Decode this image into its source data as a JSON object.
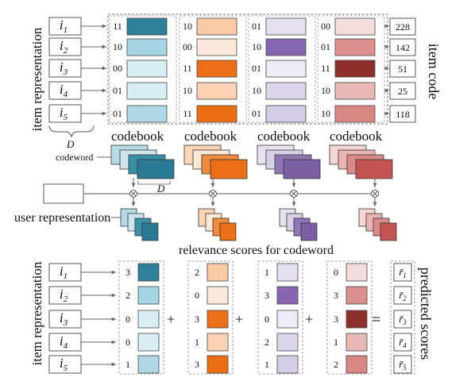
{
  "items": [
    {
      "symbol": "i",
      "sub": "1"
    },
    {
      "symbol": "i",
      "sub": "2"
    },
    {
      "symbol": "i",
      "sub": "3"
    },
    {
      "symbol": "i",
      "sub": "4"
    },
    {
      "symbol": "i",
      "sub": "5"
    }
  ],
  "labels": {
    "item_representation": "item representation",
    "item_code": "item code",
    "codebook": "codebook",
    "codeword_dim": "D",
    "codeword": "codeword",
    "D_right": "D",
    "user_representation": "user representation",
    "relevance_scores": "relevance scores for codeword",
    "predicted_scores": "predicted scores",
    "plus": "+",
    "equals": "="
  },
  "top_codes": [
    [
      "11",
      "10",
      "00",
      "01",
      "01"
    ],
    [
      "10",
      "00",
      "11",
      "10",
      "11"
    ],
    [
      "01",
      "10",
      "01",
      "10",
      "01"
    ],
    [
      "00",
      "01",
      "11",
      "10",
      "10"
    ]
  ],
  "item_codes": [
    "228",
    "142",
    "51",
    "25",
    "118"
  ],
  "bottom_scores": [
    [
      "3",
      "2",
      "0",
      "0",
      "1"
    ],
    [
      "2",
      "0",
      "3",
      "1",
      "3"
    ],
    [
      "1",
      "3",
      "0",
      "2",
      "1"
    ],
    [
      "0",
      "3",
      "3",
      "1",
      "2"
    ]
  ],
  "predicted": [
    {
      "symbol": "r̃",
      "sub": "1"
    },
    {
      "symbol": "r̃",
      "sub": "2"
    },
    {
      "symbol": "r̃",
      "sub": "3"
    },
    {
      "symbol": "r̃",
      "sub": "4"
    },
    {
      "symbol": "r̃",
      "sub": "5"
    }
  ],
  "colors": {
    "book0": [
      "#b5dbe7",
      "#cde6ee",
      "#3a8fa8",
      "#2b7a93",
      "#a9d3e0"
    ],
    "book1": [
      "#fdd5b5",
      "#fde7d6",
      "#f08a3c",
      "#ea6f16",
      "#e66d0f"
    ],
    "book2": [
      "#e7e2ee",
      "#d8d0e6",
      "#8f77b4",
      "#7a5fa5",
      "#c9bddb"
    ],
    "book3": [
      "#f4d6d5",
      "#e9b3b1",
      "#d98a87",
      "#c35451",
      "#8e2f2b"
    ],
    "cells_top": [
      [
        "#2e7f97",
        "#a6d6e3",
        "#d9eef4",
        "#d9eef4",
        "#aed8e5"
      ],
      [
        "#fac9a6",
        "#fde9dc",
        "#ec6f17",
        "#fbd2b3",
        "#eb6f12"
      ],
      [
        "#e5dff0",
        "#8666b0",
        "#f0ecf5",
        "#ddd5ea",
        "#d6cce6"
      ],
      [
        "#f5dcdc",
        "#dc8f8c",
        "#8e2f2b",
        "#e8b8b6",
        "#d98783"
      ]
    ],
    "cells_bottom": [
      [
        "#2e7f97",
        "#a6d6e3",
        "#d9eef4",
        "#d9eef4",
        "#aed8e5"
      ],
      [
        "#fac9a6",
        "#fde9dc",
        "#ec6f17",
        "#fbd2b3",
        "#eb6f12"
      ],
      [
        "#e5dff0",
        "#8666b0",
        "#f0ecf5",
        "#ddd5ea",
        "#d6cce6"
      ],
      [
        "#f5dcdc",
        "#dc8f8c",
        "#8e2f2b",
        "#e8b8b6",
        "#d98783"
      ]
    ]
  }
}
